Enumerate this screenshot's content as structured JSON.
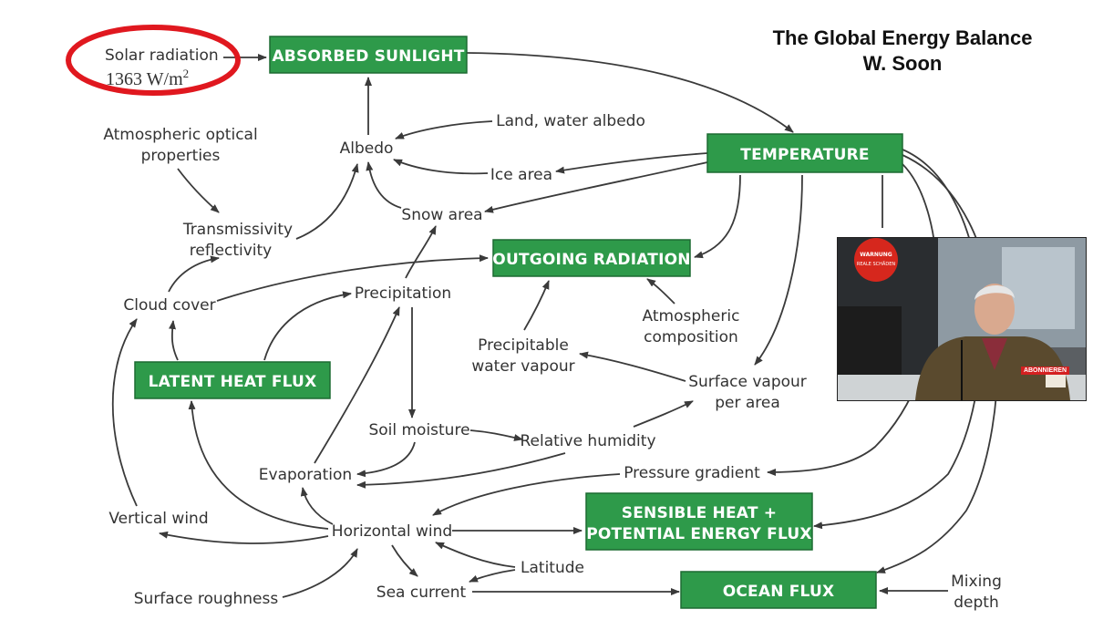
{
  "title": {
    "line1": "The Global Energy Balance",
    "line2": "W. Soon"
  },
  "solar": {
    "label": "Solar radiation",
    "value": "1363 W/m",
    "exp": "2"
  },
  "boxes": {
    "absorbed": "ABSORBED SUNLIGHT",
    "temperature": "TEMPERATURE",
    "outgoing": "OUTGOING RADIATION",
    "latent": "LATENT HEAT FLUX",
    "sensible1": "SENSIBLE HEAT +",
    "sensible2": "POTENTIAL ENERGY FLUX",
    "ocean": "OCEAN FLUX"
  },
  "labels": {
    "atm_optical1": "Atmospheric optical",
    "atm_optical2": "properties",
    "albedo": "Albedo",
    "land_water": "Land, water albedo",
    "ice_area": "Ice area",
    "snow_area": "Snow area",
    "transmissivity": "Transmissivity",
    "reflectivity": "reflectivity",
    "cloud_cover": "Cloud cover",
    "precipitation": "Precipitation",
    "precipitable1": "Precipitable",
    "precipitable2": "water vapour",
    "atm_comp1": "Atmospheric",
    "atm_comp2": "composition",
    "surface_vapour1": "Surface vapour",
    "surface_vapour2": "per area",
    "soil_moisture": "Soil moisture",
    "relative_humidity": "Relative humidity",
    "evaporation": "Evaporation",
    "pressure_gradient": "Pressure gradient",
    "vertical_wind": "Vertical wind",
    "horizontal_wind": "Horizontal wind",
    "latitude": "Latitude",
    "surface_roughness": "Surface roughness",
    "sea_current": "Sea current",
    "mixing1": "Mixing",
    "mixing2": "depth"
  },
  "video": {
    "sticker1": "WARNUNG",
    "sticker2": "REALE SCHÄDEN",
    "badge": "ABONNIEREN"
  },
  "colors": {
    "box_green": "#2e9a4a",
    "arrow": "#3a3a3a",
    "circle": "#e0181f"
  }
}
